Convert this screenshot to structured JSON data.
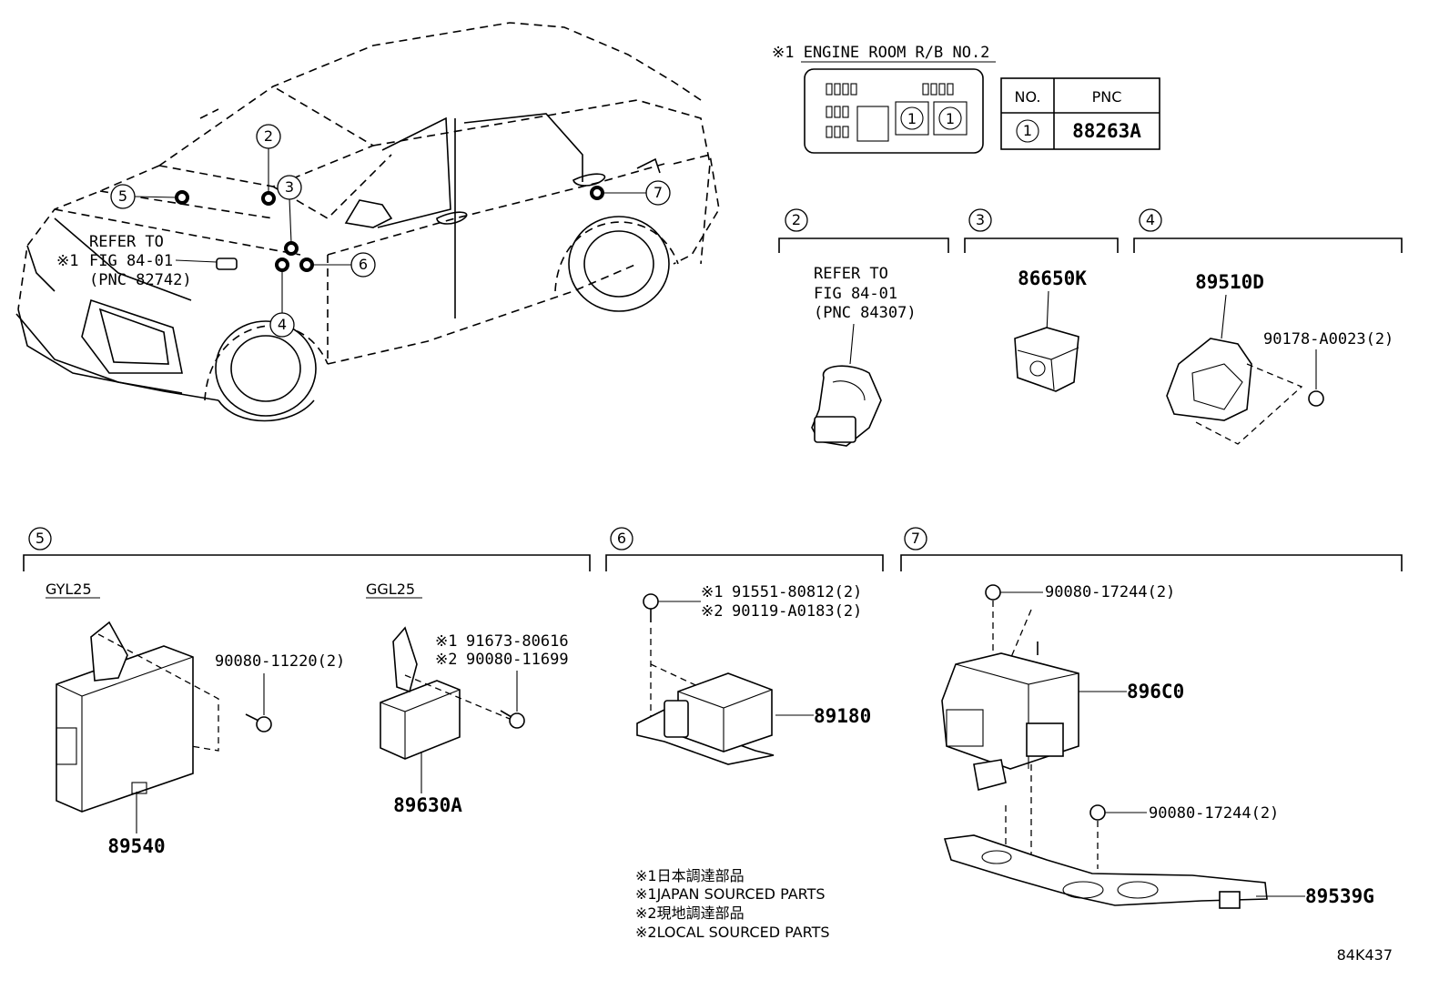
{
  "legend_box": {
    "title": "※1 ENGINE ROOM R/B NO.2",
    "table_headers": [
      "NO.",
      "PNC"
    ],
    "table_rows": [
      {
        "no": "1",
        "pnc": "88263A"
      }
    ]
  },
  "car_callouts": {
    "refer_mark": "※1",
    "refer_lines": [
      "REFER TO",
      "FIG 84-01",
      "(PNC 82742)"
    ],
    "numbers": [
      "2",
      "3",
      "4",
      "5",
      "6",
      "7"
    ]
  },
  "sections": {
    "s2": {
      "number": "2",
      "refer_lines": [
        "REFER TO",
        "FIG 84-01",
        "(PNC 84307)"
      ]
    },
    "s3": {
      "number": "3",
      "part": "86650K"
    },
    "s4": {
      "number": "4",
      "part": "89510D",
      "fastener": "90178-A0023(2)"
    },
    "s5": {
      "number": "5",
      "variant_a": "GYL25",
      "variant_b": "GGL25",
      "bolt_a": "90080-11220(2)",
      "part_a": "89540",
      "bolt_b1_mark": "※1",
      "bolt_b1": "91673-80616",
      "bolt_b2_mark": "※2",
      "bolt_b2": "90080-11699",
      "part_b": "89630A"
    },
    "s6": {
      "number": "6",
      "bolt1_mark": "※1",
      "bolt1": "91551-80812(2)",
      "bolt2_mark": "※2",
      "bolt2": "90119-A0183(2)",
      "part": "89180"
    },
    "s7": {
      "number": "7",
      "nut_top": "90080-17244(2)",
      "part_top": "896C0",
      "nut_bottom": "90080-17244(2)",
      "part_bottom": "89539G"
    }
  },
  "notes": [
    "※1日本調達部品",
    "※1JAPAN SOURCED PARTS",
    "※2現地調達部品",
    "※2LOCAL SOURCED PARTS"
  ],
  "figure_id": "84K437"
}
